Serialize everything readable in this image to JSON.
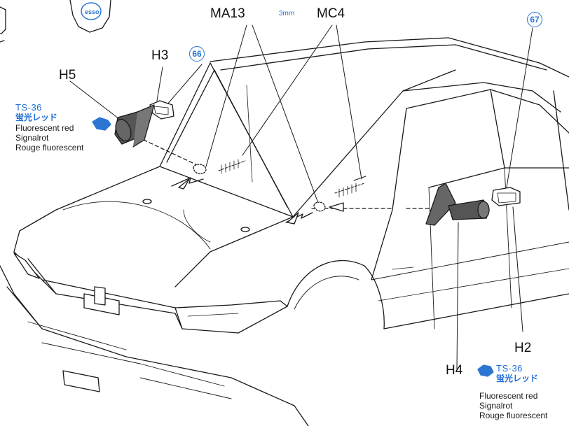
{
  "labels": {
    "ma13": "MA13",
    "ma13_size": "3mm",
    "mc4": "MC4",
    "h3": "H3",
    "h5": "H5",
    "h2": "H2",
    "h4": "H4"
  },
  "refs": {
    "left": "66",
    "right": "67"
  },
  "paint_left": {
    "code": "TS-36",
    "jp": "蛍光レッド",
    "en": "Fluorescent red",
    "de": "Signalrot",
    "fr": "Rouge fluorescent"
  },
  "paint_right": {
    "code": "TS-36",
    "jp": "蛍光レッド",
    "en": "Fluorescent red",
    "de": "Signalrot",
    "fr": "Rouge fluorescent"
  },
  "colors": {
    "accent_blue": "#2a76d2",
    "ink": "#1a1a1a",
    "part_fill": "#555555"
  },
  "icons": [
    "paint-drop-icon",
    "esso-logo-icon"
  ]
}
